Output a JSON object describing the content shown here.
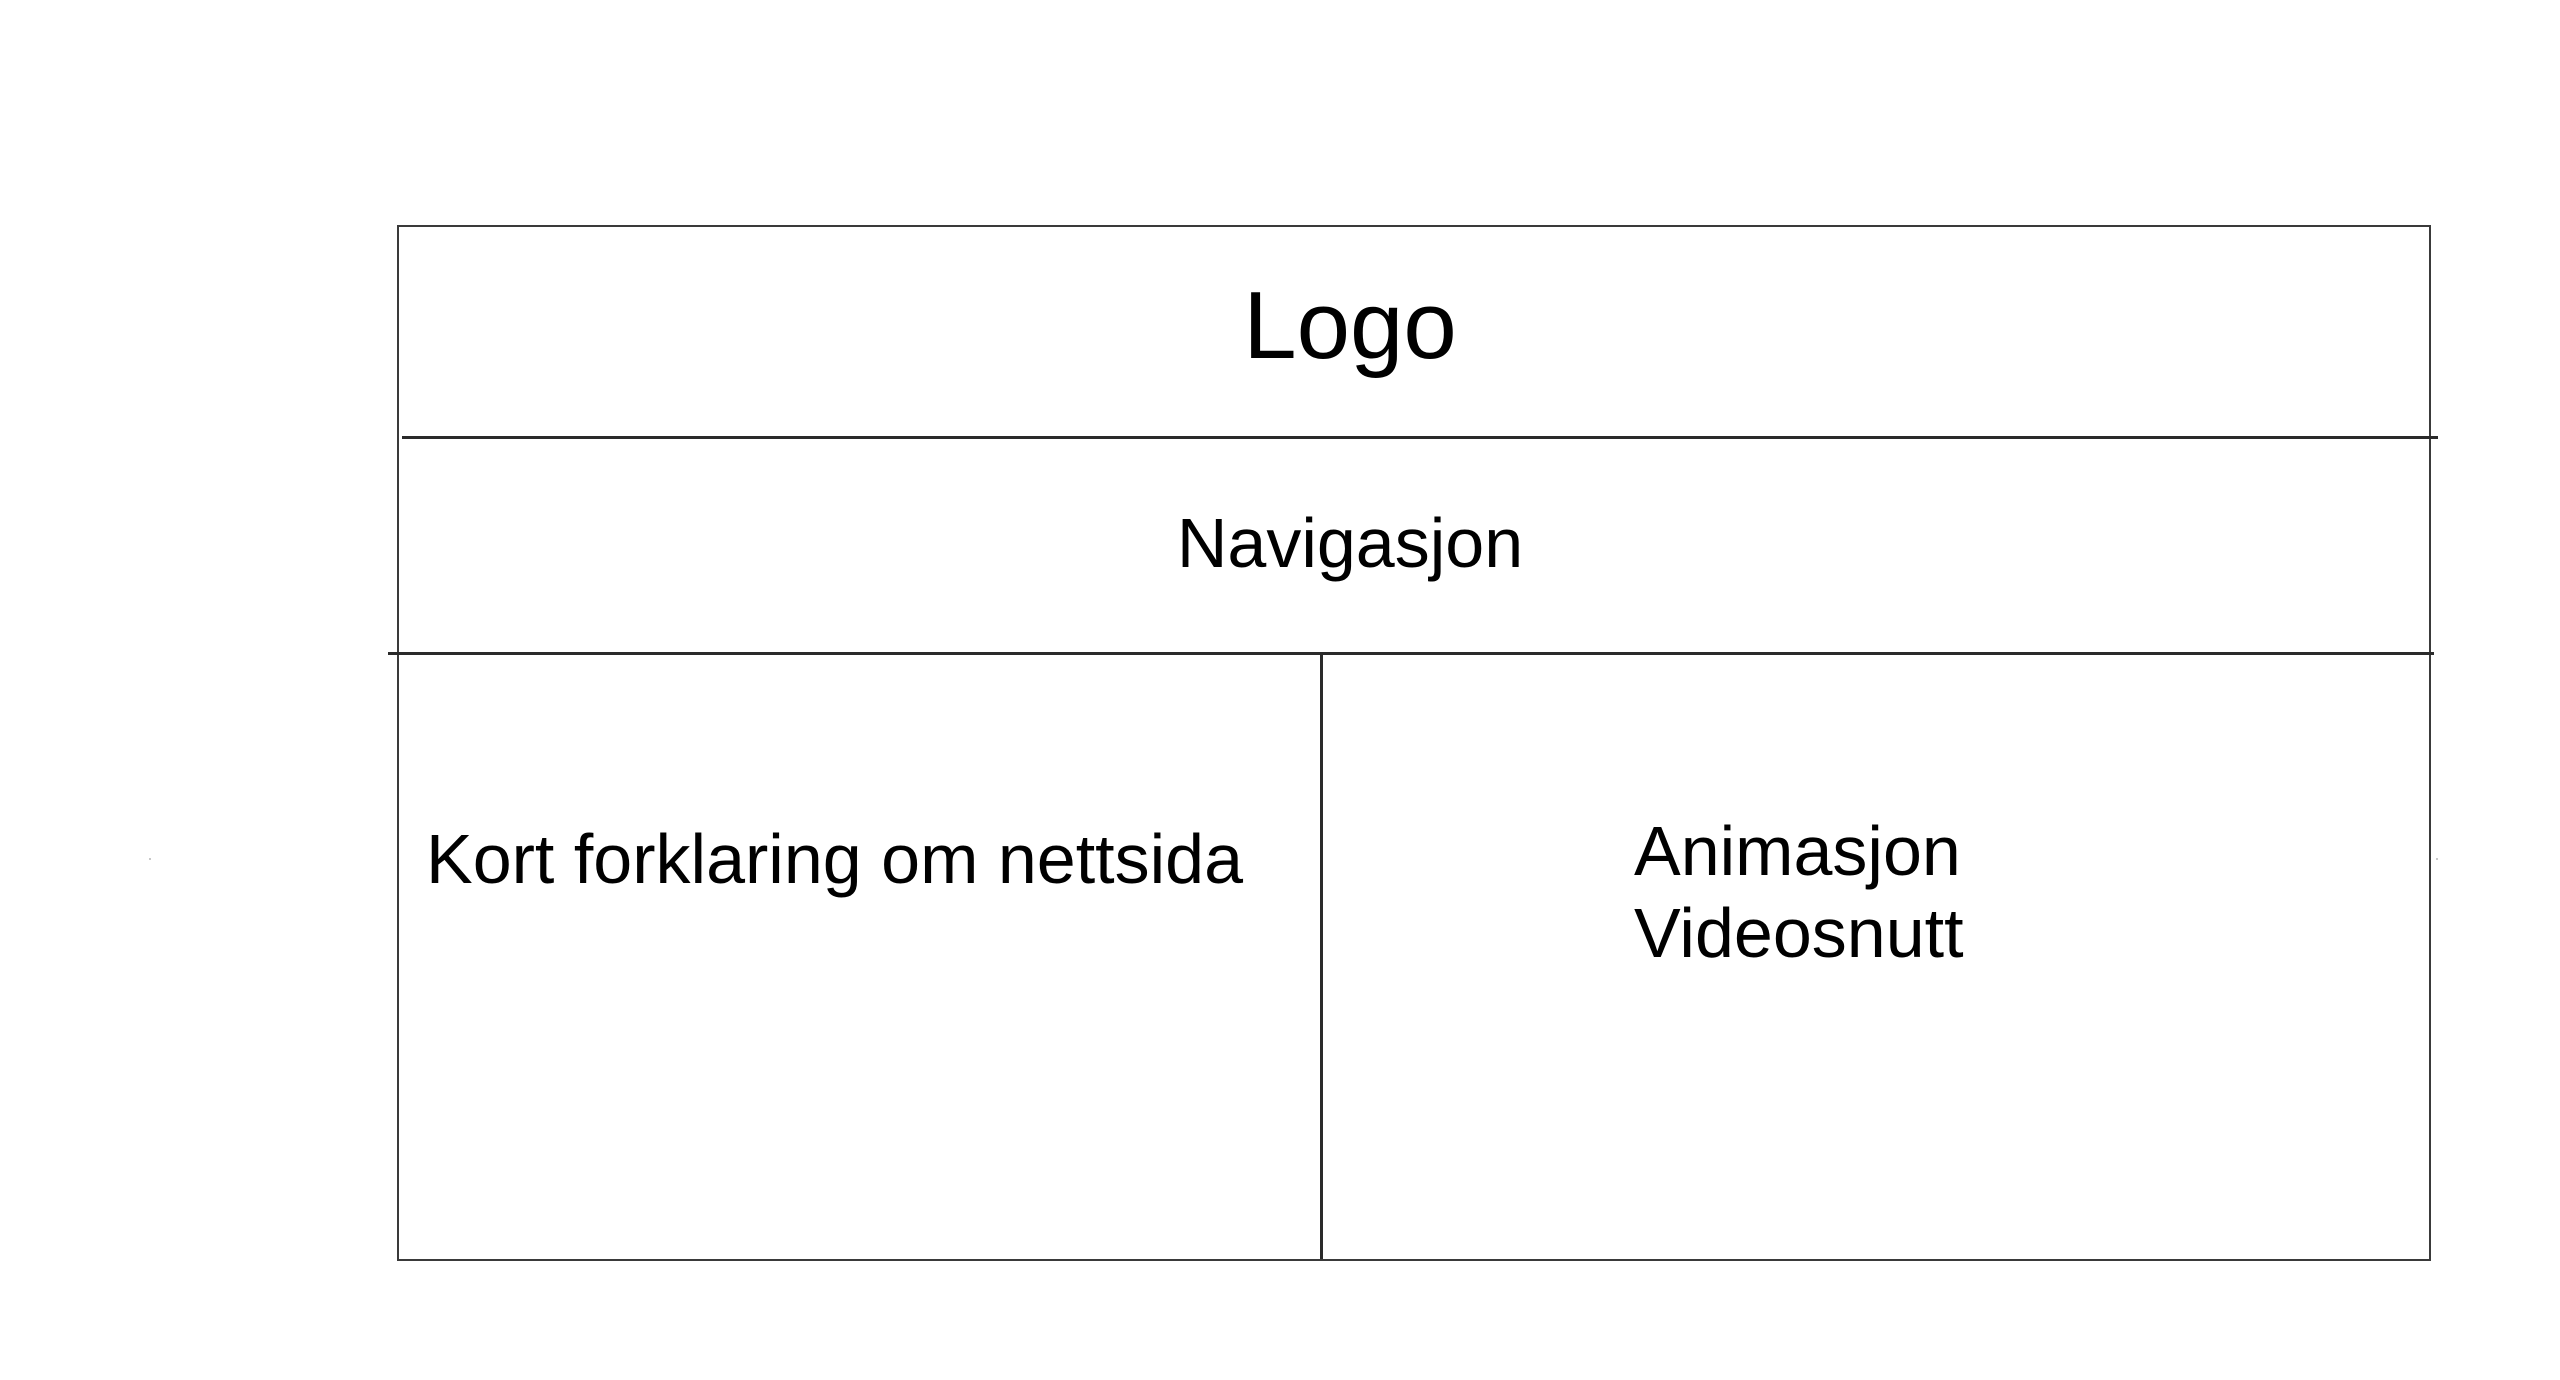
{
  "header": {
    "logo_label": "Logo"
  },
  "navigation": {
    "label": "Navigasjon"
  },
  "content": {
    "left_panel": {
      "text": "Kort forklaring om nettsida"
    },
    "right_panel": {
      "line1": "Animasjon",
      "line2": "Videosnutt"
    }
  },
  "colors": {
    "stroke": "#2a2a2a",
    "background": "#ffffff",
    "text": "#000000"
  }
}
